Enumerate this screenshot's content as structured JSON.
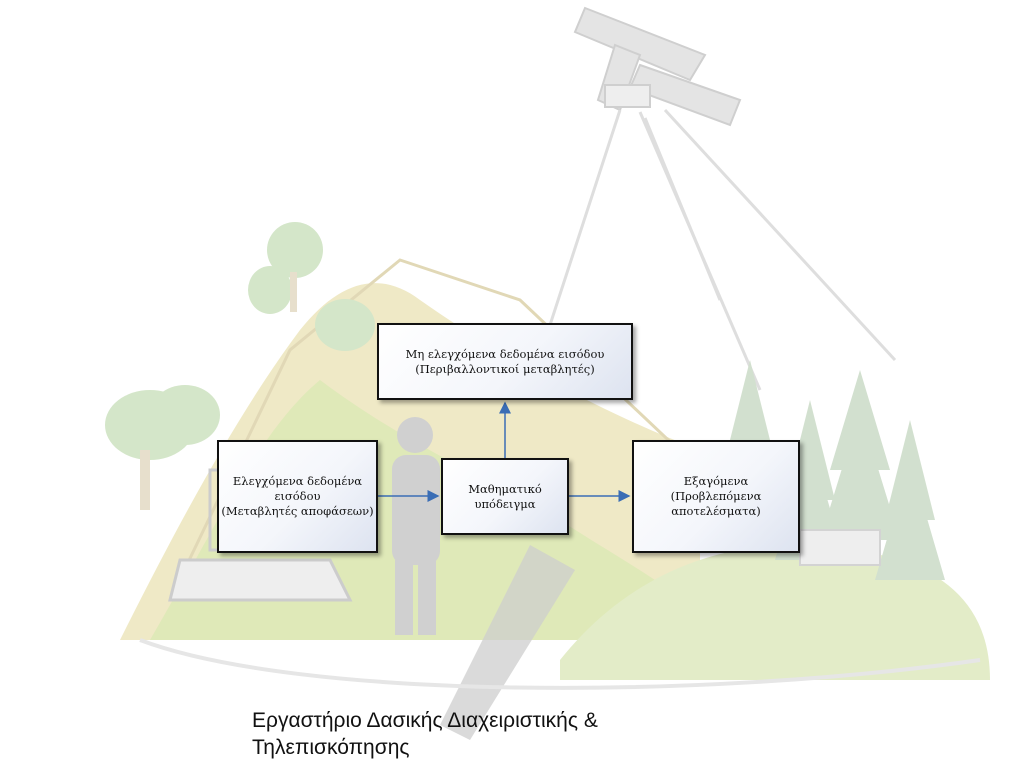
{
  "diagram": {
    "boxes": {
      "uncontrolled_inputs": {
        "lines": [
          "Μη ελεγχόμενα δεδομένα εισόδου",
          "(Περιβαλλοντικοί μεταβλητές)"
        ]
      },
      "controlled_inputs": {
        "lines": [
          "Ελεγχόμενα δεδομένα",
          "εισόδου",
          "(Μεταβλητές αποφάσεων)"
        ]
      },
      "model": {
        "lines": [
          "Μαθηματικό",
          "υπόδειγμα"
        ]
      },
      "outputs": {
        "lines": [
          "Εξαγόμενα",
          "(Προβλεπόμενα",
          "αποτελέσματα)"
        ]
      }
    },
    "arrow_color": "#3a6db5"
  },
  "footer": {
    "lines": [
      "Εργαστήριο Δασικής Διαχειριστικής &",
      "Τηλεπισκόπησης"
    ]
  },
  "background": {
    "description_icon": "watermark-forest-scene",
    "colors": {
      "hill_yellow": "#eee6bf",
      "grass_green": "#d6e6a8",
      "tree_green": "#cfe0c4",
      "pine_green": "#cfdccd",
      "grey": "#d3d3d3"
    }
  }
}
